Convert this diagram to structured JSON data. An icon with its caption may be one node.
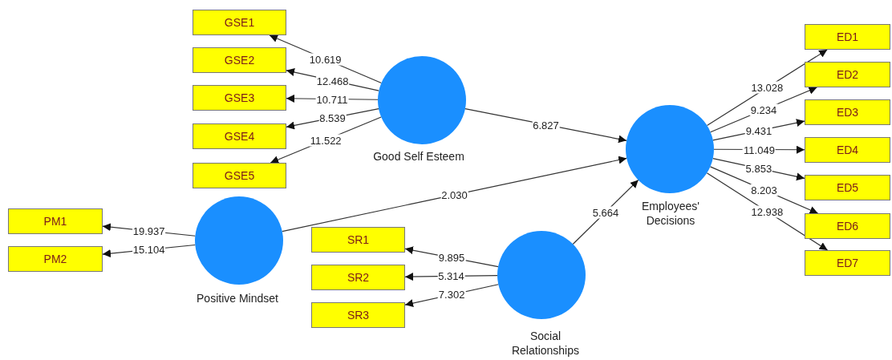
{
  "diagram": {
    "nodes": [
      {
        "text": [
          "GSE1"
        ]
      },
      {
        "text": [
          "GSE2"
        ]
      },
      {
        "text": [
          "GSE3"
        ]
      },
      {
        "text": [
          "GSE4"
        ]
      },
      {
        "text": [
          "GSE5"
        ]
      },
      {
        "text": [
          "Good Self Esteem"
        ]
      },
      {
        "text": [
          "Employees' Decisions"
        ]
      },
      {
        "text": [
          "ED1"
        ]
      },
      {
        "text": [
          "ED2"
        ]
      },
      {
        "text": [
          "ED3"
        ]
      },
      {
        "text": [
          "ED4"
        ]
      },
      {
        "text": [
          "ED5"
        ]
      },
      {
        "text": [
          "ED6"
        ]
      },
      {
        "text": [
          "ED7"
        ]
      },
      {
        "text": [
          "PM1"
        ]
      },
      {
        "text": [
          "PM2"
        ]
      },
      {
        "text": [
          "Positive Mindset"
        ]
      },
      {
        "text": [
          "SR1"
        ]
      },
      {
        "text": [
          "SR2"
        ]
      },
      {
        "text": [
          "SR3"
        ]
      },
      {
        "text": [
          "Social Relationships"
        ]
      }
    ],
    "edges": [
      {
        "from": 5,
        "to": 0,
        "arrow": "to",
        "label": "10.619"
      },
      {
        "from": 5,
        "to": 1,
        "arrow": "to",
        "label": "12.468"
      },
      {
        "from": 5,
        "to": 2,
        "arrow": "to",
        "label": "10.711"
      },
      {
        "from": 5,
        "to": 3,
        "arrow": "to",
        "label": "8.539"
      },
      {
        "from": 5,
        "to": 4,
        "arrow": "to",
        "label": "11.522"
      },
      {
        "from": 5,
        "to": 6,
        "arrow": "to",
        "label": "6.827"
      },
      {
        "from": 6,
        "to": 7,
        "arrow": "to",
        "label": "13.028"
      },
      {
        "from": 6,
        "to": 8,
        "arrow": "to",
        "label": "9.234"
      },
      {
        "from": 6,
        "to": 9,
        "arrow": "to",
        "label": "9.431"
      },
      {
        "from": 6,
        "to": 10,
        "arrow": "to",
        "label": "11.049"
      },
      {
        "from": 6,
        "to": 11,
        "arrow": "to",
        "label": "5.853"
      },
      {
        "from": 6,
        "to": 12,
        "arrow": "to",
        "label": "8.203"
      },
      {
        "from": 6,
        "to": 13,
        "arrow": "to",
        "label": "12.938"
      },
      {
        "from": 16,
        "to": 14,
        "arrow": "to",
        "label": "19.937"
      },
      {
        "from": 16,
        "to": 15,
        "arrow": "to",
        "label": "15.104"
      },
      {
        "from": 16,
        "to": 6,
        "arrow": "to",
        "label": "2.030"
      },
      {
        "from": 20,
        "to": 17,
        "arrow": "to",
        "label": "9.895"
      },
      {
        "from": 20,
        "to": 18,
        "arrow": "to",
        "label": "5.314"
      },
      {
        "from": 20,
        "to": 19,
        "arrow": "to",
        "label": "7.302"
      },
      {
        "from": 20,
        "to": 6,
        "arrow": "to",
        "label": "5.664"
      }
    ]
  }
}
